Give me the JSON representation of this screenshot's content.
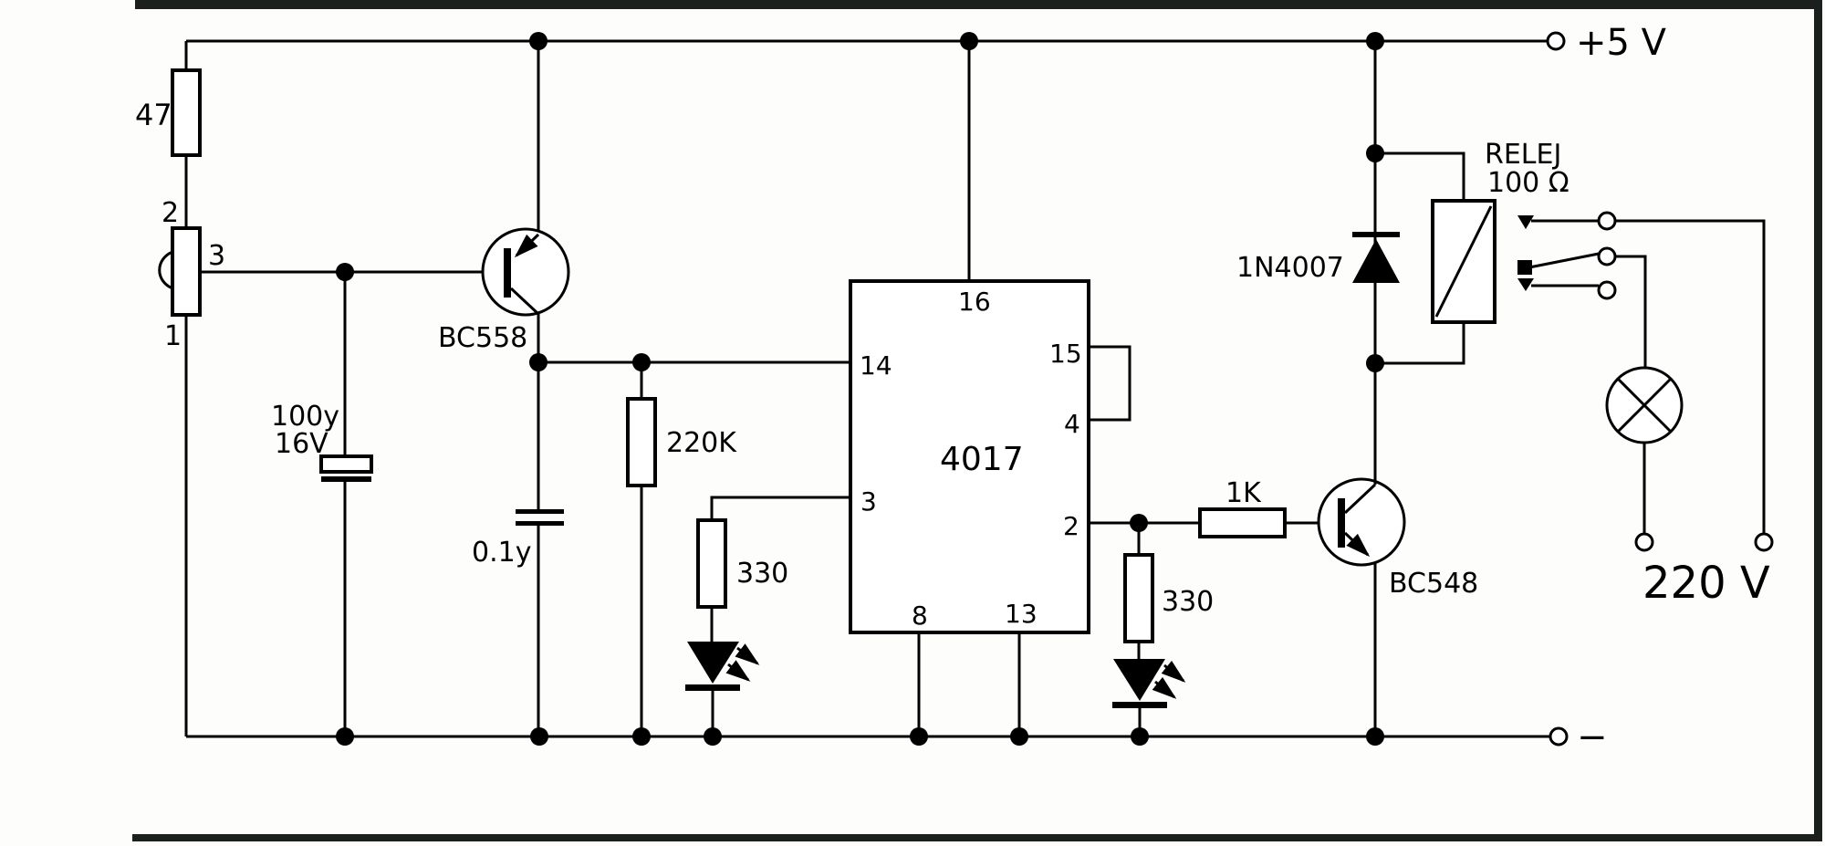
{
  "power": {
    "vcc_label": "+5 V",
    "minus_label": "−",
    "mains_label": "220 V"
  },
  "ir_receiver": {
    "pin1": "1",
    "pin2": "2",
    "pin3": "3"
  },
  "resistors": {
    "r47": "47",
    "r220k": "220K",
    "r330_left": "330",
    "r330_right": "330",
    "r1k": "1K"
  },
  "capacitors": {
    "c_electrolytic_value": "100y",
    "c_electrolytic_voltage": "16V",
    "c_film_value": "0.1y"
  },
  "transistors": {
    "q1_pnp": "BC558",
    "q2_npn": "BC548"
  },
  "diode": {
    "d1": "1N4007"
  },
  "relay": {
    "name": "RELEJ",
    "value": "100 Ω"
  },
  "ic": {
    "name": "4017",
    "pin16": "16",
    "pin14": "14",
    "pin15": "15",
    "pin4": "4",
    "pin3": "3",
    "pin2": "2",
    "pin8": "8",
    "pin13": "13"
  },
  "colors": {
    "line": "#000000",
    "background": "#ffffff",
    "frame": "#1b1f1e"
  }
}
